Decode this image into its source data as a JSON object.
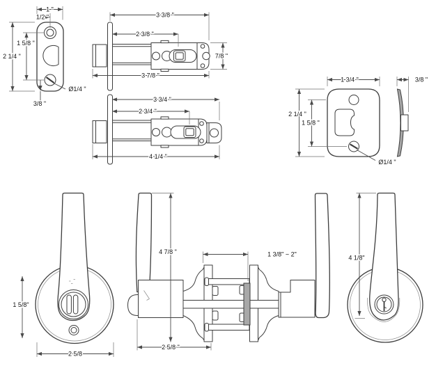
{
  "colors": {
    "line": "#3c3c3c",
    "dim_line": "#4a4a4a",
    "text": "#161616",
    "gray_fill": "#a8a8a8",
    "background": "#ffffff"
  },
  "views": {
    "faceplate_front": {
      "dims": {
        "width": "1 \"",
        "half_width": "1/2 \"",
        "screw_spacing": "1 5/8 \"",
        "height": "2 1/4 \"",
        "bottom_offset": "3/8 \"",
        "screw_diameter": "Ø1/4 \""
      }
    },
    "latch_standard": {
      "dims": {
        "body_length": "3 3/8 \"",
        "backset": "2 3/8 \"",
        "body_height": "7/8 \"",
        "overall_length": "3 7/8 \""
      }
    },
    "latch_adjustable": {
      "dims": {
        "body_length": "3 3/4 \"",
        "backset": "2 3/4 \"",
        "overall_length": "4 1/4 \""
      }
    },
    "strike": {
      "dims": {
        "width": "1 3/4 \"",
        "depth": "3/8 \"",
        "height": "2 1/4 \"",
        "screw_spacing": "1 5/8 \"",
        "screw_diameter": "Ø1/4 \""
      }
    },
    "lever_interior": {
      "dims": {
        "hub_height": "1 5/8\"",
        "rose_width": "2 5/8"
      }
    },
    "assembly": {
      "dims": {
        "lever_height": "4 7/8 \"",
        "door_thickness_range": "1 3/8\" ~ 2\"",
        "rose_diameter": "2 5/8 \""
      }
    },
    "lever_exterior": {
      "dims": {
        "lever_length": "4 1/8\""
      }
    }
  }
}
